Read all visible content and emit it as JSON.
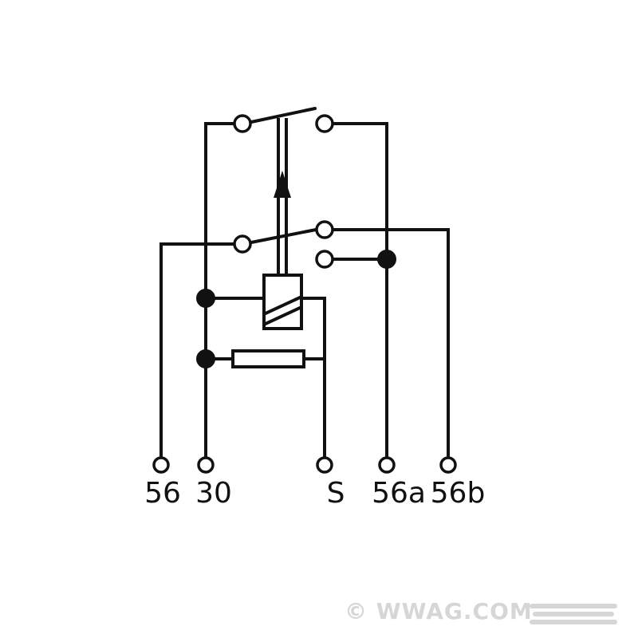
{
  "diagram": {
    "terminals": [
      {
        "id": "56",
        "label": "56"
      },
      {
        "id": "30",
        "label": "30"
      },
      {
        "id": "S",
        "label": "S"
      },
      {
        "id": "56a",
        "label": "56a"
      },
      {
        "id": "56b",
        "label": "56b"
      }
    ]
  },
  "watermark": {
    "text": "© WWAG.COM"
  },
  "colors": {
    "line": "#111111",
    "background": "#ffffff",
    "watermark": "#d6d6d6"
  }
}
